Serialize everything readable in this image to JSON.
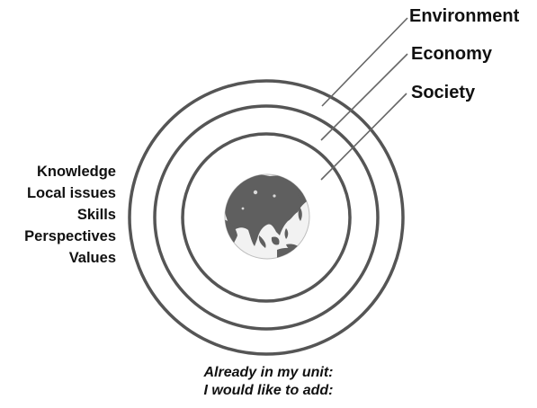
{
  "rings": [
    {
      "label": "Environment"
    },
    {
      "label": "Economy"
    },
    {
      "label": "Society"
    }
  ],
  "side_list": [
    "Knowledge",
    "Local issues",
    "Skills",
    "Perspectives",
    "Values"
  ],
  "prompts": [
    "Already in my unit:",
    "I would like to add:"
  ],
  "colors": {
    "ring": "#555555",
    "leader": "#666666",
    "globe_land": "#5f5f5f",
    "globe_ocean": "#f2f2f2"
  }
}
